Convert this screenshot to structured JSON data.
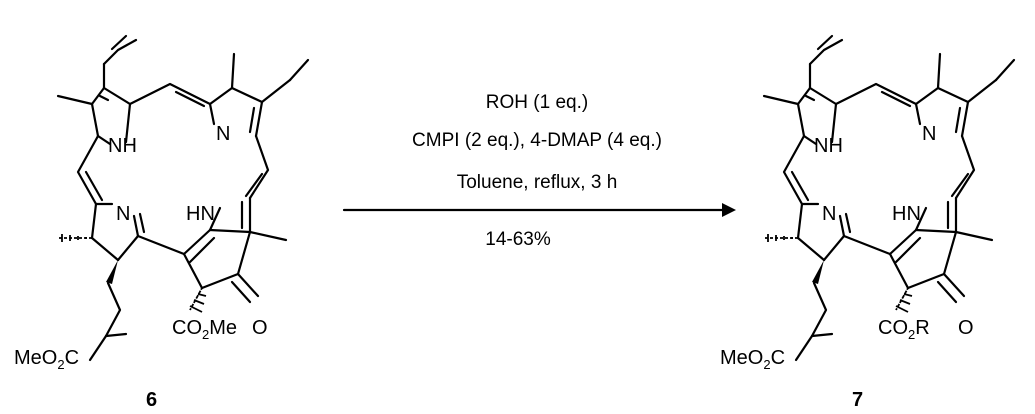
{
  "reaction": {
    "conditions": [
      "ROH (1 eq.)",
      "CMPI (2 eq.), 4-DMAP (4 eq.)",
      "Toluene, reflux, 3 h",
      "14-63%"
    ]
  },
  "reactant": {
    "label": "6",
    "atoms": {
      "nh_left": "NH",
      "n_right": "N",
      "n_lower": "N",
      "hn_lower": "HN",
      "ester_tail": "Me",
      "ketone_o": "O",
      "side_chain_left": "MeO",
      "side_chain_right": "C"
    }
  },
  "product": {
    "label": "7",
    "atoms": {
      "nh_left": "NH",
      "n_right": "N",
      "n_lower": "N",
      "hn_lower": "HN",
      "ester_tail": "R",
      "ketone_o": "O",
      "side_chain_left": "MeO",
      "side_chain_right": "C"
    }
  },
  "colors": {
    "ink": "#000000",
    "background": "#ffffff"
  }
}
